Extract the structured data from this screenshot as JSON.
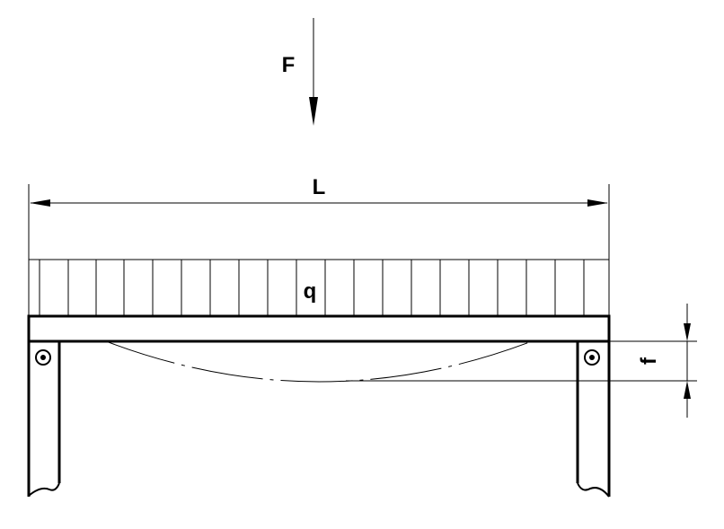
{
  "labels": {
    "force": "F",
    "span": "L",
    "distributed_load": "q",
    "deflection": "f"
  }
}
